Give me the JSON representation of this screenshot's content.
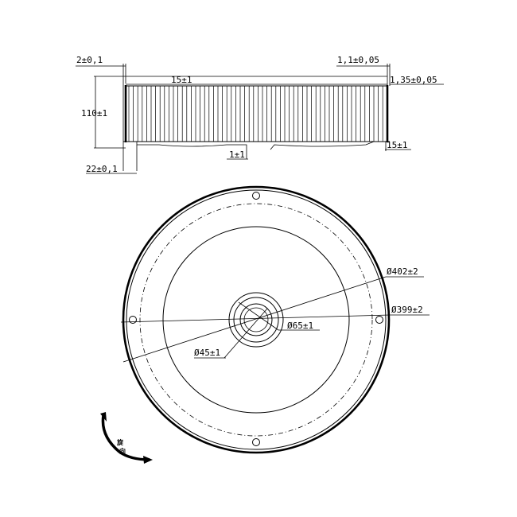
{
  "side_view": {
    "dim_wall_thickness": "2±0,1",
    "dim_step": "1,1±0,05",
    "dim_top_gap": "15±1",
    "dim_rim_thickness": "1,35±0,05",
    "dim_height": "110±1",
    "dim_bottom_right": "15±1",
    "dim_bottom_gap": "1±1",
    "dim_flange": "22±0,1"
  },
  "top_view": {
    "dim_outer_diameter": "Ø402±2",
    "dim_inner_diameter": "Ø399±2",
    "dim_hub_outer": "Ø65±1",
    "dim_hub_inner": "Ø45±1",
    "rotation_label_1": "旋",
    "rotation_label_2": "向"
  }
}
